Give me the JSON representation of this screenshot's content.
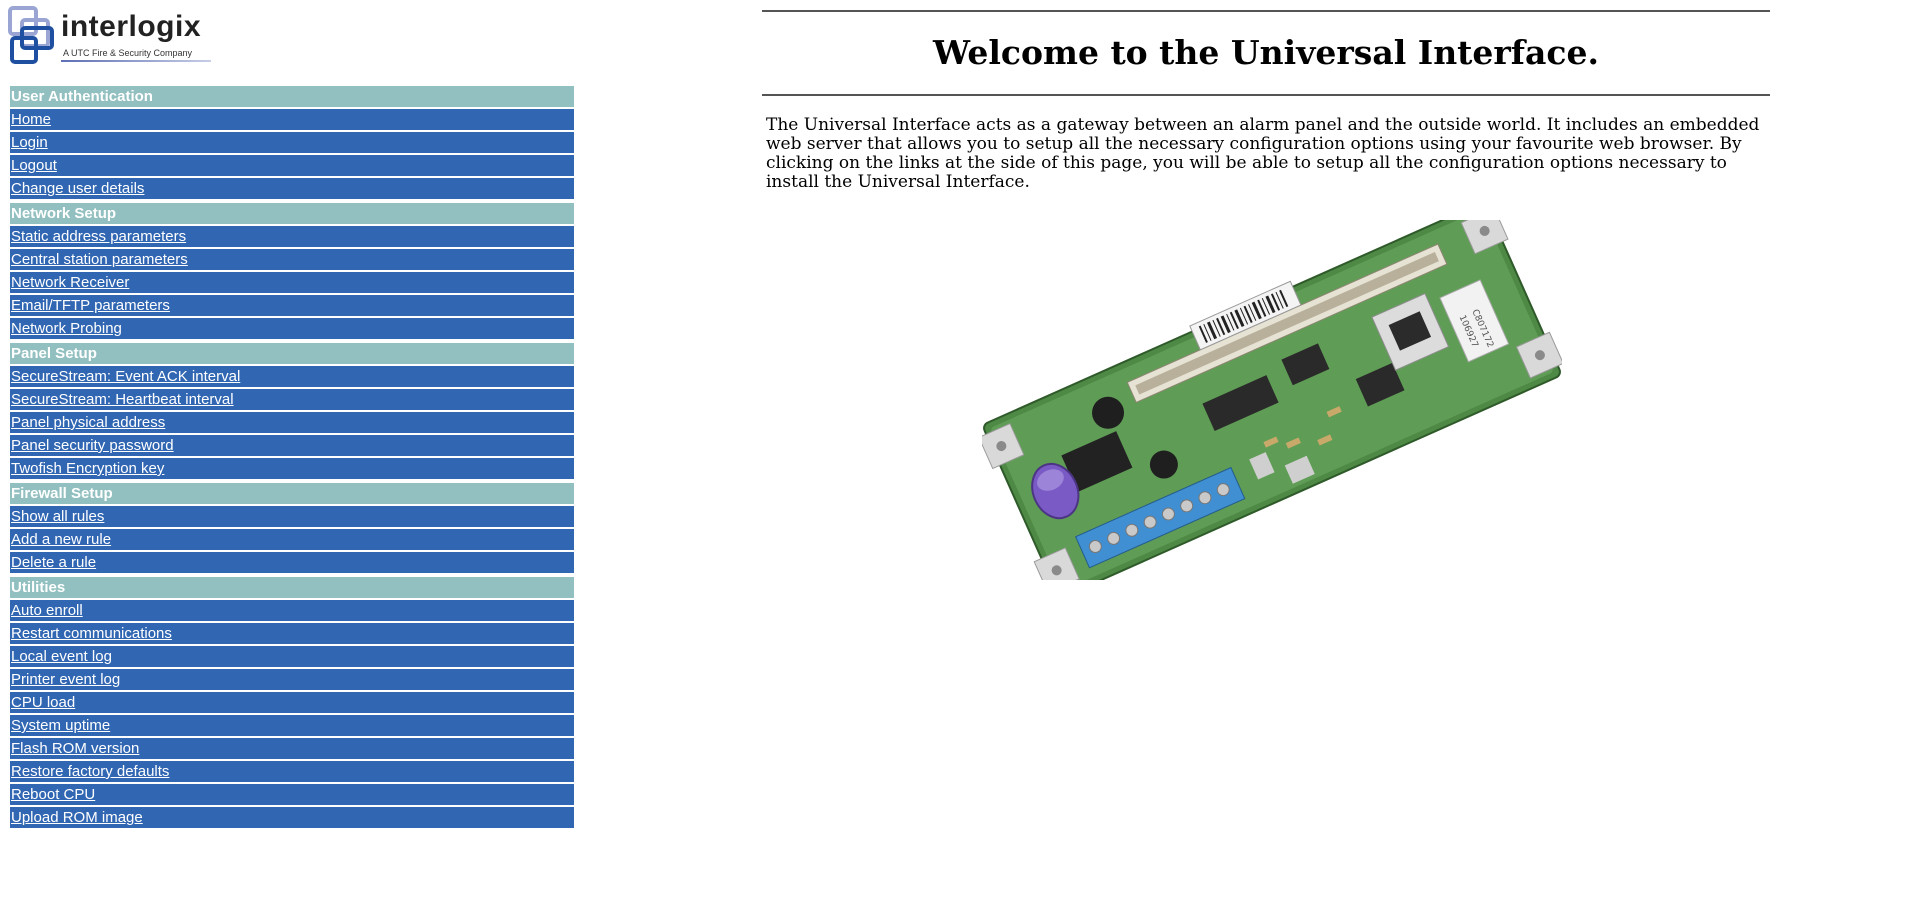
{
  "brand": {
    "name": "interlogix",
    "tagline": "A UTC Fire & Security Company",
    "colors": {
      "mark_light": "#9aa5d3",
      "mark_dark": "#1f4fa0"
    }
  },
  "colors": {
    "heading_bg": "#92bfbf",
    "item_bg": "#3066b2"
  },
  "sidebar": {
    "groups": [
      {
        "heading": "User Authentication",
        "items": [
          "Home",
          "Login",
          "Logout",
          "Change user details"
        ]
      },
      {
        "heading": "Network Setup",
        "items": [
          "Static address parameters",
          "Central station parameters",
          "Network Receiver",
          "Email/TFTP parameters",
          "Network Probing"
        ]
      },
      {
        "heading": "Panel Setup",
        "items": [
          "SecureStream: Event ACK interval",
          "SecureStream: Heartbeat interval",
          "Panel physical address",
          "Panel security password",
          "Twofish Encryption key"
        ]
      },
      {
        "heading": "Firewall Setup",
        "items": [
          "Show all rules",
          "Add a new rule",
          "Delete a rule"
        ]
      },
      {
        "heading": "Utilities",
        "items": [
          "Auto enroll",
          "Restart communications",
          "Local event log",
          "Printer event log",
          "CPU load",
          "System uptime",
          "Flash ROM version",
          "Restore factory defaults",
          "Reboot CPU",
          "Upload ROM image"
        ]
      }
    ]
  },
  "main": {
    "title": "Welcome to the Universal Interface.",
    "intro": "The Universal Interface acts as a gateway between an alarm panel and the outside world. It includes an embedded web server that allows you to setup all the necessary configuration options using your favourite web browser. By clicking on the links at the side of this page, you will be able to setup all the configuration options necessary to install the Universal Interface.",
    "board_labels": {
      "sticker_a": "106927",
      "sticker_b": "C807172"
    }
  }
}
